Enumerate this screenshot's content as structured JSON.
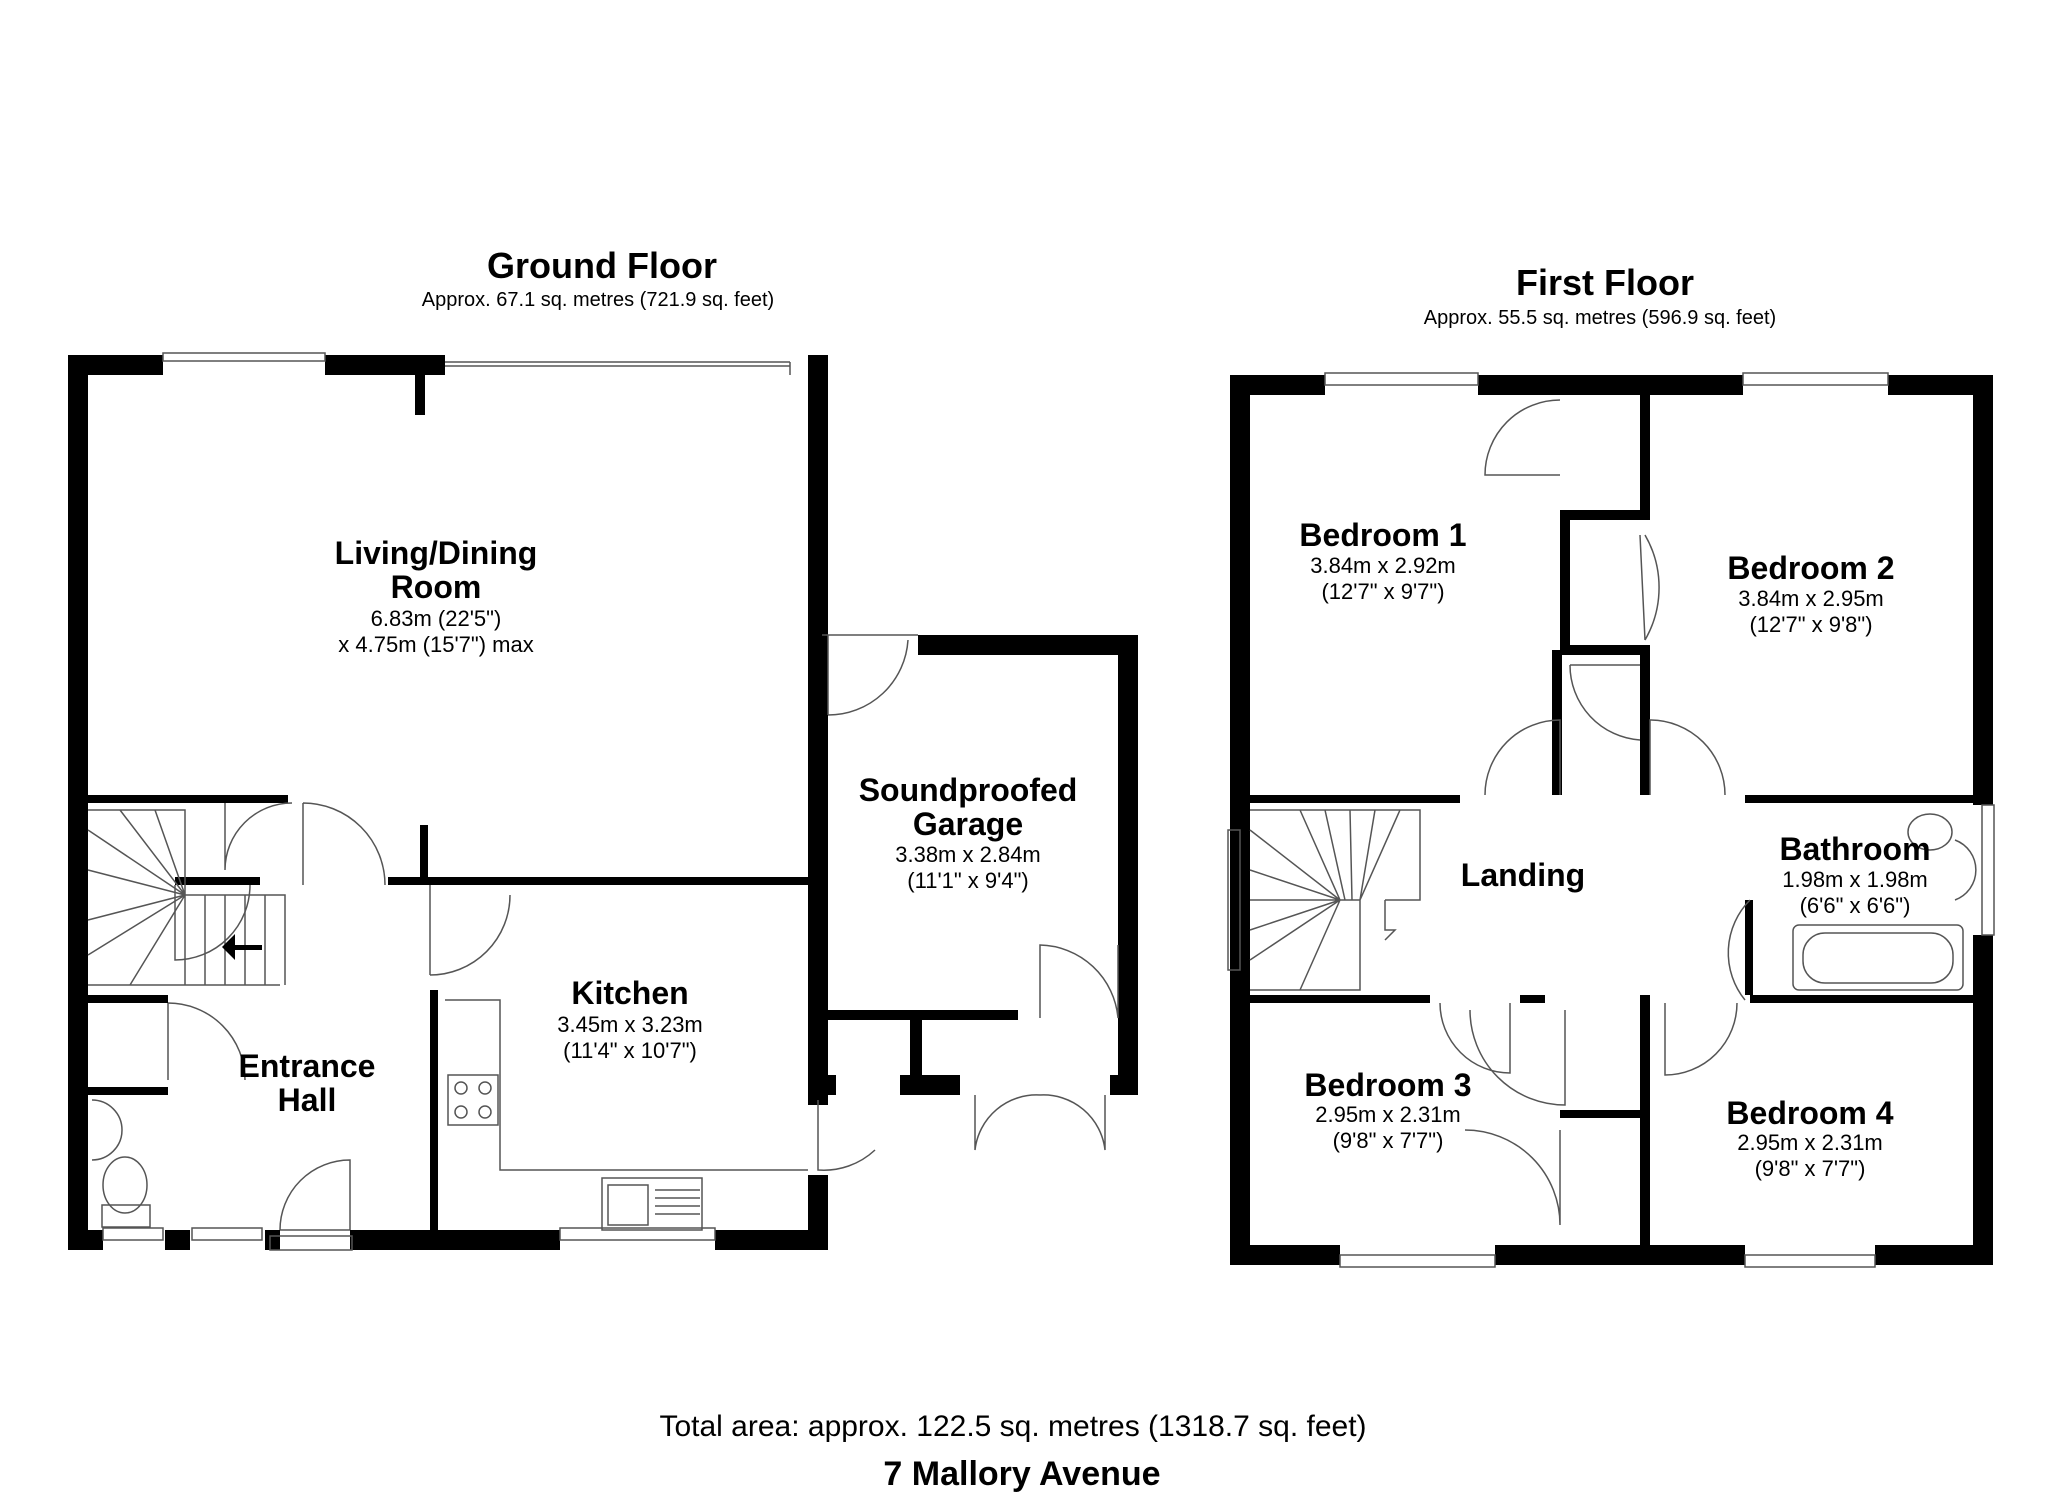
{
  "plan": {
    "ground_floor": {
      "title": "Ground Floor",
      "area": "Approx. 67.1 sq. metres (721.9 sq. feet)",
      "rooms": {
        "living": {
          "name": "Living/Dining\nRoom",
          "dims": "6.83m (22'5\")\nx 4.75m (15'7\") max"
        },
        "garage": {
          "name": "Soundproofed\nGarage",
          "dims": "3.38m x 2.84m\n(11'1\" x 9'4\")"
        },
        "kitchen": {
          "name": "Kitchen",
          "dims": "3.45m x 3.23m\n(11'4\" x 10'7\")"
        },
        "hall": {
          "name": "Entrance\nHall",
          "dims": ""
        }
      }
    },
    "first_floor": {
      "title": "First Floor",
      "area": "Approx. 55.5 sq. metres (596.9 sq. feet)",
      "rooms": {
        "bedroom1": {
          "name": "Bedroom 1",
          "dims": "3.84m x 2.92m\n(12'7\" x 9'7\")"
        },
        "bedroom2": {
          "name": "Bedroom 2",
          "dims": "3.84m x 2.95m\n(12'7\" x 9'8\")"
        },
        "bathroom": {
          "name": "Bathroom",
          "dims": "1.98m x 1.98m\n(6'6\" x 6'6\")"
        },
        "landing": {
          "name": "Landing",
          "dims": ""
        },
        "bedroom3": {
          "name": "Bedroom 3",
          "dims": "2.95m x 2.31m\n(9'8\" x 7'7\")"
        },
        "bedroom4": {
          "name": "Bedroom 4",
          "dims": "2.95m x 2.31m\n(9'8\" x 7'7\")"
        }
      }
    },
    "total_area": "Total area: approx. 122.5 sq. metres (1318.7 sq. feet)",
    "address": "7 Mallory Avenue",
    "colors": {
      "wall": "#000000",
      "background": "#ffffff",
      "fixture_line": "#555555"
    }
  }
}
